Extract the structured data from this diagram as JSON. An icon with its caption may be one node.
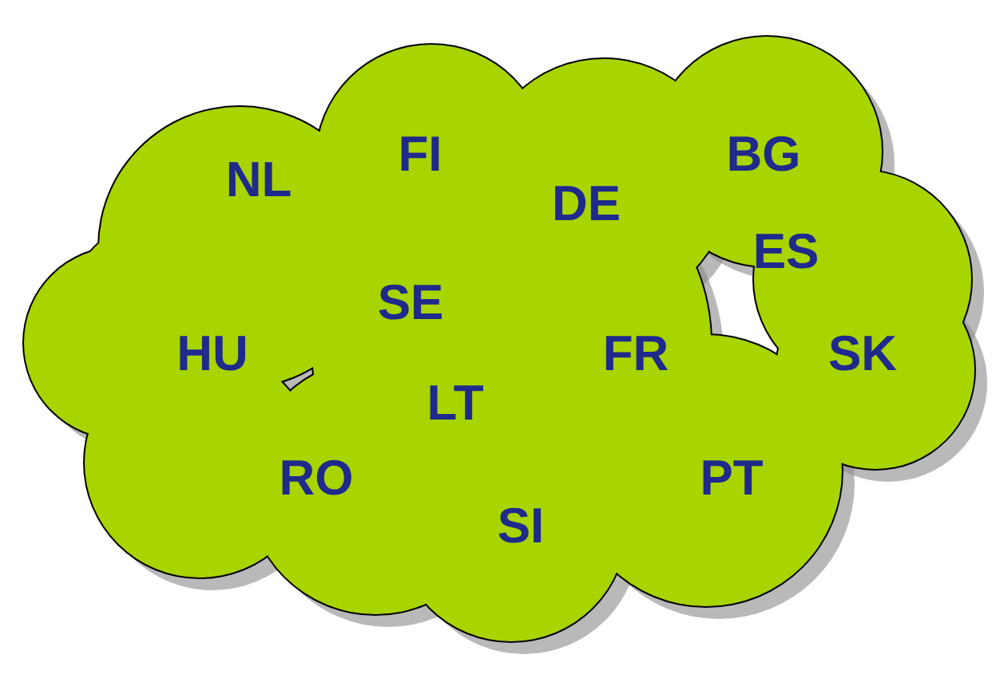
{
  "diagram": {
    "nodes": [
      {
        "text": [
          "FI",
          "BG",
          "NL",
          "DE",
          "ES",
          "SE",
          "HU",
          "FR",
          "SK",
          "LT",
          "RO",
          "PT",
          "SI"
        ]
      }
    ]
  }
}
